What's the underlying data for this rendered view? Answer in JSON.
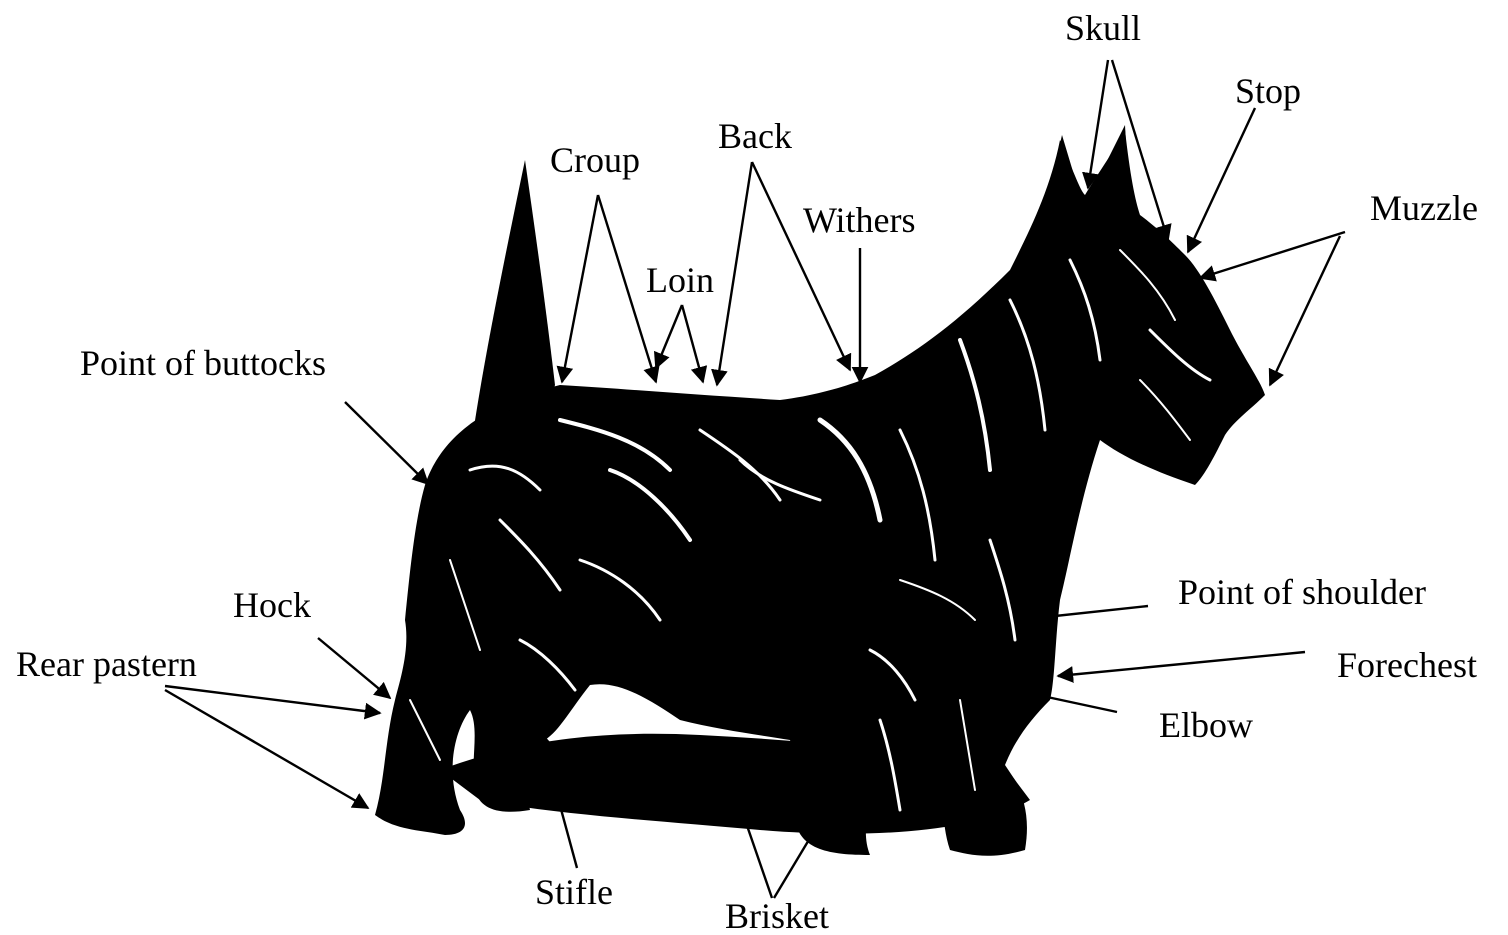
{
  "labels": {
    "skull": "Skull",
    "stop": "Stop",
    "muzzle": "Muzzle",
    "croup": "Croup",
    "back": "Back",
    "withers": "Withers",
    "loin": "Loin",
    "point_of_buttocks": "Point of buttocks",
    "point_of_shoulder": "Point of shoulder",
    "forechest": "Forechest",
    "elbow": "Elbow",
    "hock": "Hock",
    "rear_pastern": "Rear pastern",
    "stifle": "Stifle",
    "brisket": "Brisket"
  },
  "colors": {
    "ink": "#000000",
    "background": "#ffffff"
  }
}
